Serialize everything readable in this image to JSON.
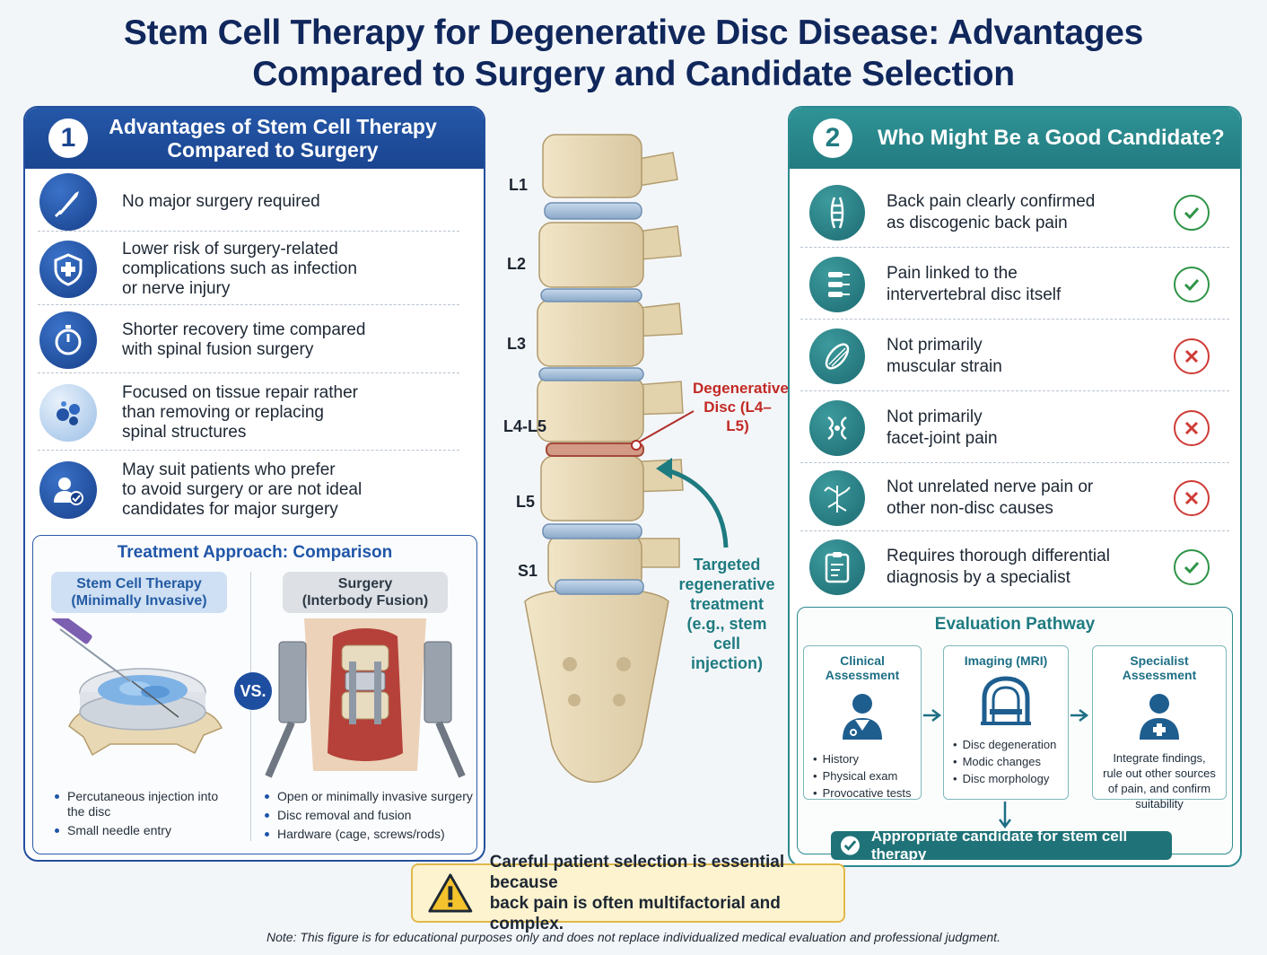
{
  "title": {
    "line1": "Stem Cell Therapy for Degenerative Disc Disease: Advantages",
    "line2": "Compared to Surgery and Candidate Selection"
  },
  "left_panel": {
    "number": "1",
    "heading_line1": "Advantages of Stem Cell Therapy",
    "heading_line2": "Compared to Surgery",
    "advantages": [
      {
        "icon": "scalpel-icon",
        "lines": [
          "No major surgery required"
        ]
      },
      {
        "icon": "shield-plus-icon",
        "lines": [
          "Lower risk of surgery-related",
          "complications such as infection",
          "or nerve injury"
        ]
      },
      {
        "icon": "stopwatch-icon",
        "lines": [
          "Shorter recovery time compared",
          "with spinal fusion surgery"
        ]
      },
      {
        "icon": "cells-icon",
        "lines": [
          "Focused on tissue repair rather",
          "than removing or replacing",
          "spinal structures"
        ]
      },
      {
        "icon": "patient-check-icon",
        "lines": [
          "May suit patients who prefer",
          "to avoid surgery or are not ideal",
          "candidates for major surgery"
        ]
      }
    ],
    "comparison": {
      "title": "Treatment Approach: Comparison",
      "stem_label_line1": "Stem Cell Therapy",
      "stem_label_line2": "(Minimally Invasive)",
      "surgery_label_line1": "Surgery",
      "surgery_label_line2": "(Interbody Fusion)",
      "vs": "VS.",
      "stem_points": [
        "Percutaneous injection into the disc",
        "Small needle entry"
      ],
      "surgery_points": [
        "Open or minimally invasive surgery",
        "Disc removal and fusion",
        "Hardware (cage, screws/rods)"
      ]
    }
  },
  "spine": {
    "levels": [
      "L1",
      "L2",
      "L3",
      "L4-L5",
      "L5",
      "S1"
    ],
    "disc_label_line1": "Degenerative",
    "disc_label_line2": "Disc (L4–L5)",
    "target_lines": [
      "Targeted",
      "regenerative",
      "treatment",
      "(e.g., stem cell",
      "injection)"
    ]
  },
  "right_panel": {
    "number": "2",
    "heading": "Who Might Be a Good Candidate?",
    "criteria": [
      {
        "icon": "spine-icon",
        "lines": [
          "Back pain clearly confirmed",
          "as discogenic back pain"
        ],
        "mark": "check"
      },
      {
        "icon": "disc-icon",
        "lines": [
          "Pain linked to the",
          "intervertebral disc itself"
        ],
        "mark": "check"
      },
      {
        "icon": "muscle-icon",
        "lines": [
          "Not primarily",
          "muscular strain"
        ],
        "mark": "cross"
      },
      {
        "icon": "facet-joint-icon",
        "lines": [
          "Not primarily",
          "facet-joint pain"
        ],
        "mark": "cross"
      },
      {
        "icon": "nerve-icon",
        "lines": [
          "Not unrelated nerve pain or",
          "other non-disc causes"
        ],
        "mark": "cross"
      },
      {
        "icon": "clipboard-icon",
        "lines": [
          "Requires thorough differential",
          "diagnosis by a specialist"
        ],
        "mark": "check"
      }
    ],
    "evaluation": {
      "title": "Evaluation Pathway",
      "steps": [
        {
          "title": "Clinical Assessment",
          "points": [
            "History",
            "Physical exam",
            "Provocative tests"
          ]
        },
        {
          "title": "Imaging (MRI)",
          "points": [
            "Disc degeneration",
            "Modic changes",
            "Disc morphology"
          ]
        },
        {
          "title": "Specialist Assessment",
          "desc_lines": [
            "Integrate findings,",
            "rule out other sources",
            "of pain, and confirm",
            "suitability"
          ]
        }
      ],
      "result": "Appropriate candidate for stem cell therapy"
    }
  },
  "warning": {
    "line1": "Careful patient selection is essential because",
    "line2": "back pain is often multifactorial and complex."
  },
  "note": "Note: This figure is for educational purposes only and does not replace individualized medical evaluation and professional judgment.",
  "colors": {
    "navy": "#10275c",
    "blue": "#1a4590",
    "teal": "#227b80",
    "check": "#2f9447",
    "cross": "#cf3b36",
    "warn_bg": "#fdf3cf"
  }
}
